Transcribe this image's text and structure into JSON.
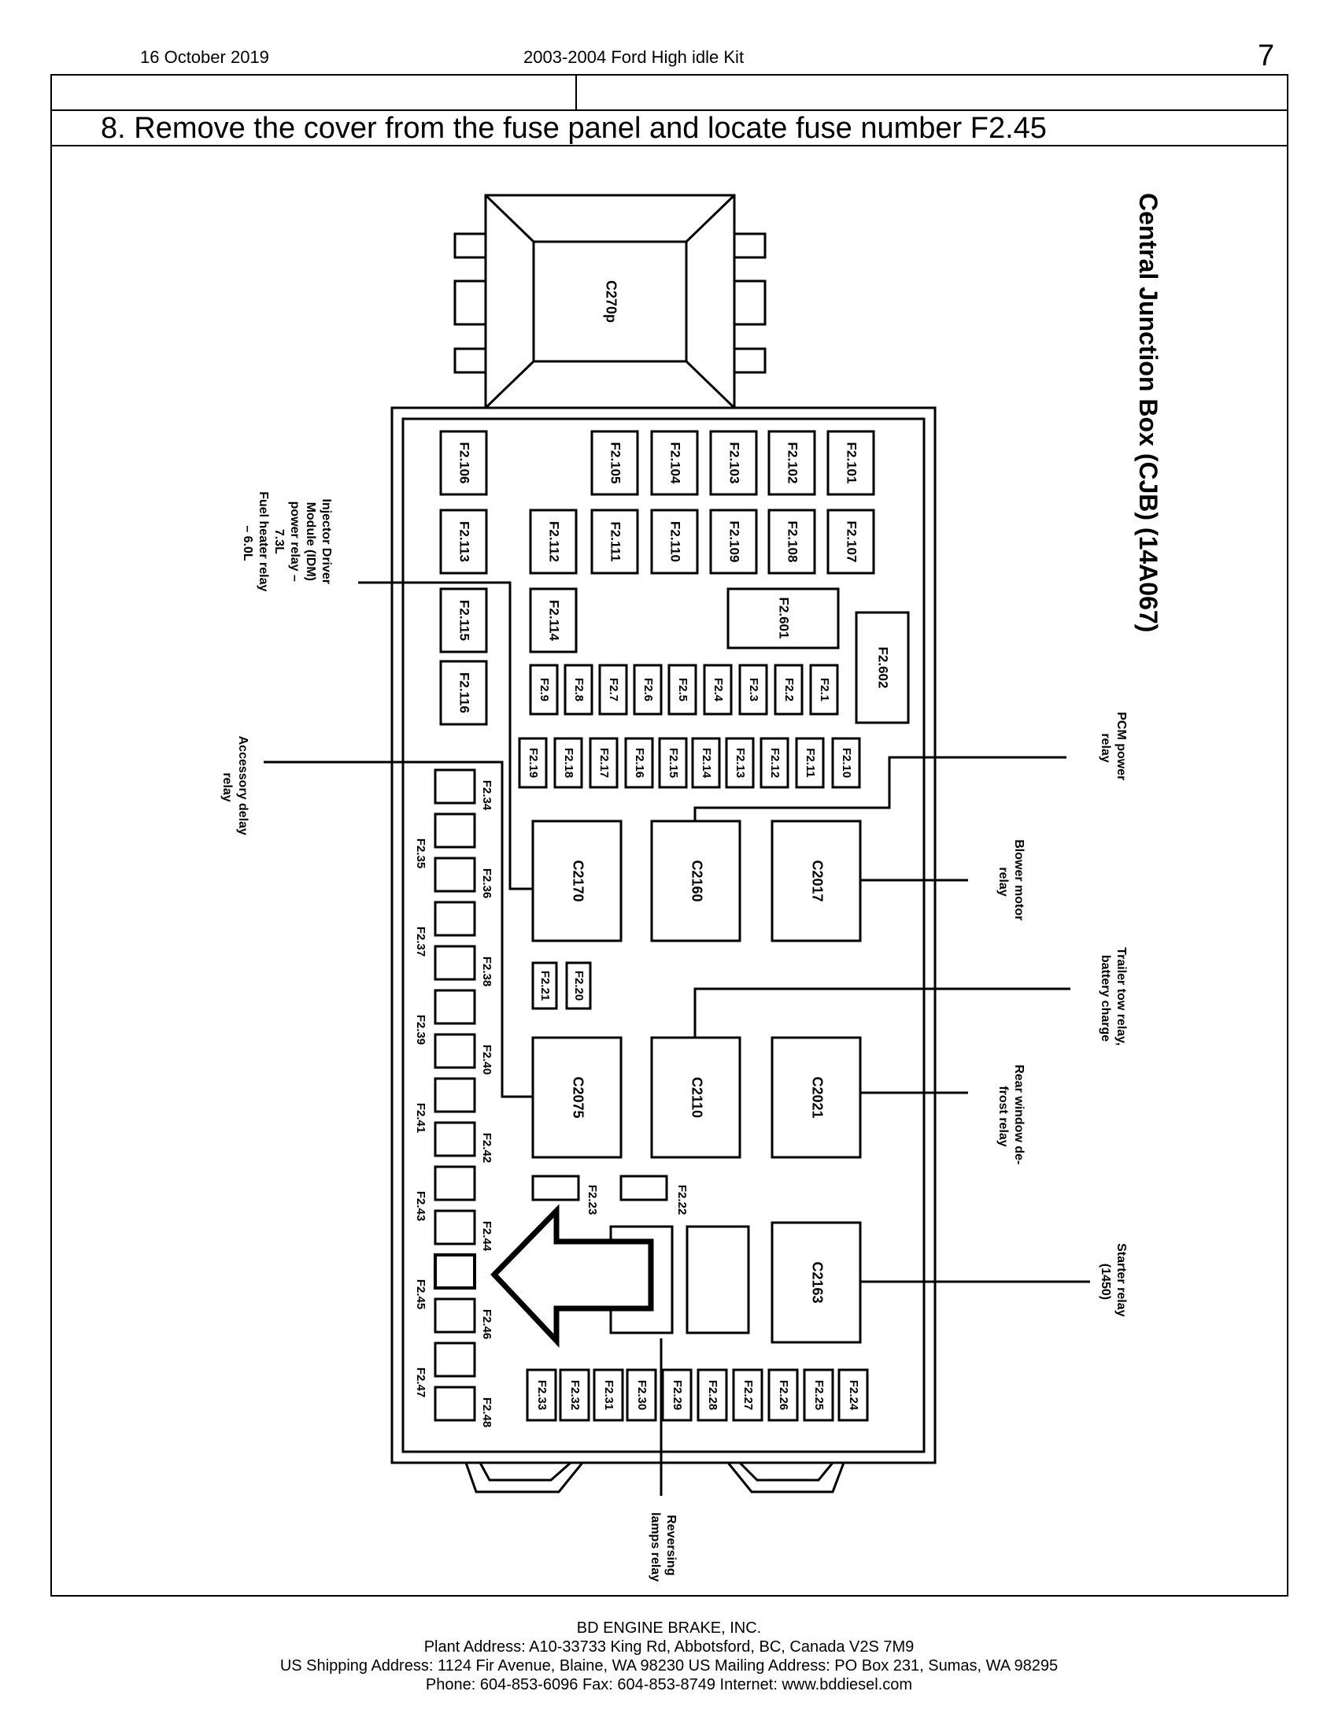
{
  "header": {
    "date": "16 October 2019",
    "title": "2003-2004 Ford High idle Kit",
    "page_number": "7"
  },
  "step": {
    "text": "8.  Remove the cover from the fuse panel and locate fuse number F2.45"
  },
  "diagram": {
    "title": "Central Junction Box (CJB) (14A067)",
    "connector": "C270p",
    "fuses": {
      "top_row": [
        "F2.106",
        "F2.105",
        "F2.104",
        "F2.103",
        "F2.102",
        "F2.101"
      ],
      "second_left": [
        "F2.113",
        "F2.112",
        "F2.111",
        "F2.110",
        "F2.109",
        "F2.108",
        "F2.107"
      ],
      "small": [
        "F2.114",
        "F2.115",
        "F2.116",
        "F2.601",
        "F2.602"
      ],
      "row_a": [
        "F2.9",
        "F2.8",
        "F2.7",
        "F2.6",
        "F2.5",
        "F2.4",
        "F2.3",
        "F2.2",
        "F2.1"
      ],
      "row_b": [
        "F2.19",
        "F2.18",
        "F2.17",
        "F2.16",
        "F2.15",
        "F2.14",
        "F2.13",
        "F2.12",
        "F2.11",
        "F2.10"
      ],
      "left_column": [
        "F2.34",
        "F2.35",
        "F2.36",
        "F2.37",
        "F2.38",
        "F2.39",
        "F2.40",
        "F2.41",
        "F2.42",
        "F2.43",
        "F2.44",
        "F2.45",
        "F2.46",
        "F2.47",
        "F2.48"
      ],
      "middle": [
        "F2.21",
        "F2.20",
        "F2.23",
        "F2.22"
      ],
      "bottom_row": [
        "F2.33",
        "F2.32",
        "F2.31",
        "F2.30",
        "F2.29",
        "F2.28",
        "F2.27",
        "F2.26",
        "F2.25",
        "F2.24"
      ]
    },
    "relays": [
      "C2170",
      "C2160",
      "C2017",
      "C2075",
      "C2110",
      "C2021",
      "C2163"
    ],
    "callouts": {
      "idm": "Injector Driver Module (IDM) power relay – 7.3L Fuel heater relay – 6.0L",
      "accessory": "Accessory delay relay",
      "pcm": "PCM power relay",
      "blower": "Blower motor relay",
      "trailer": "Trailer tow relay, battery charge",
      "rear_window": "Rear window de-frost relay",
      "starter": "Starter relay (1450)",
      "reversing": "Reversing lamps relay"
    },
    "highlight": "F2.45"
  },
  "footer": {
    "company": "BD ENGINE BRAKE, INC.",
    "plant": "Plant Address: A10-33733 King Rd, Abbotsford, BC, Canada V2S 7M9",
    "shipping": "US Shipping Address: 1124 Fir Avenue, Blaine, WA 98230   US Mailing Address: PO Box 231, Sumas, WA 98295",
    "contact": "Phone: 604-853-6096  Fax: 604-853-8749  Internet: www.bddiesel.com"
  }
}
